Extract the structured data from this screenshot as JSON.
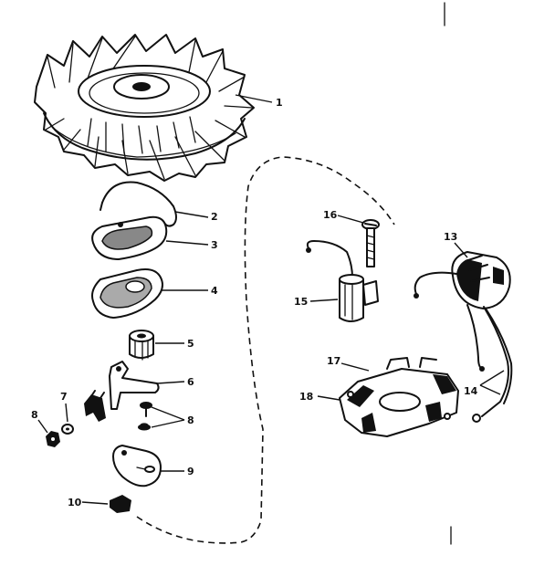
{
  "labels": {
    "p1": "1",
    "p2": "2",
    "p3": "3",
    "p4": "4",
    "p5": "5",
    "p6": "6",
    "p7": "7",
    "p8a": "8",
    "p8b": "8",
    "p9": "9",
    "p10": "10",
    "p13": "13",
    "p14": "14",
    "p15": "15",
    "p16": "16",
    "p17": "17",
    "p18": "18"
  }
}
